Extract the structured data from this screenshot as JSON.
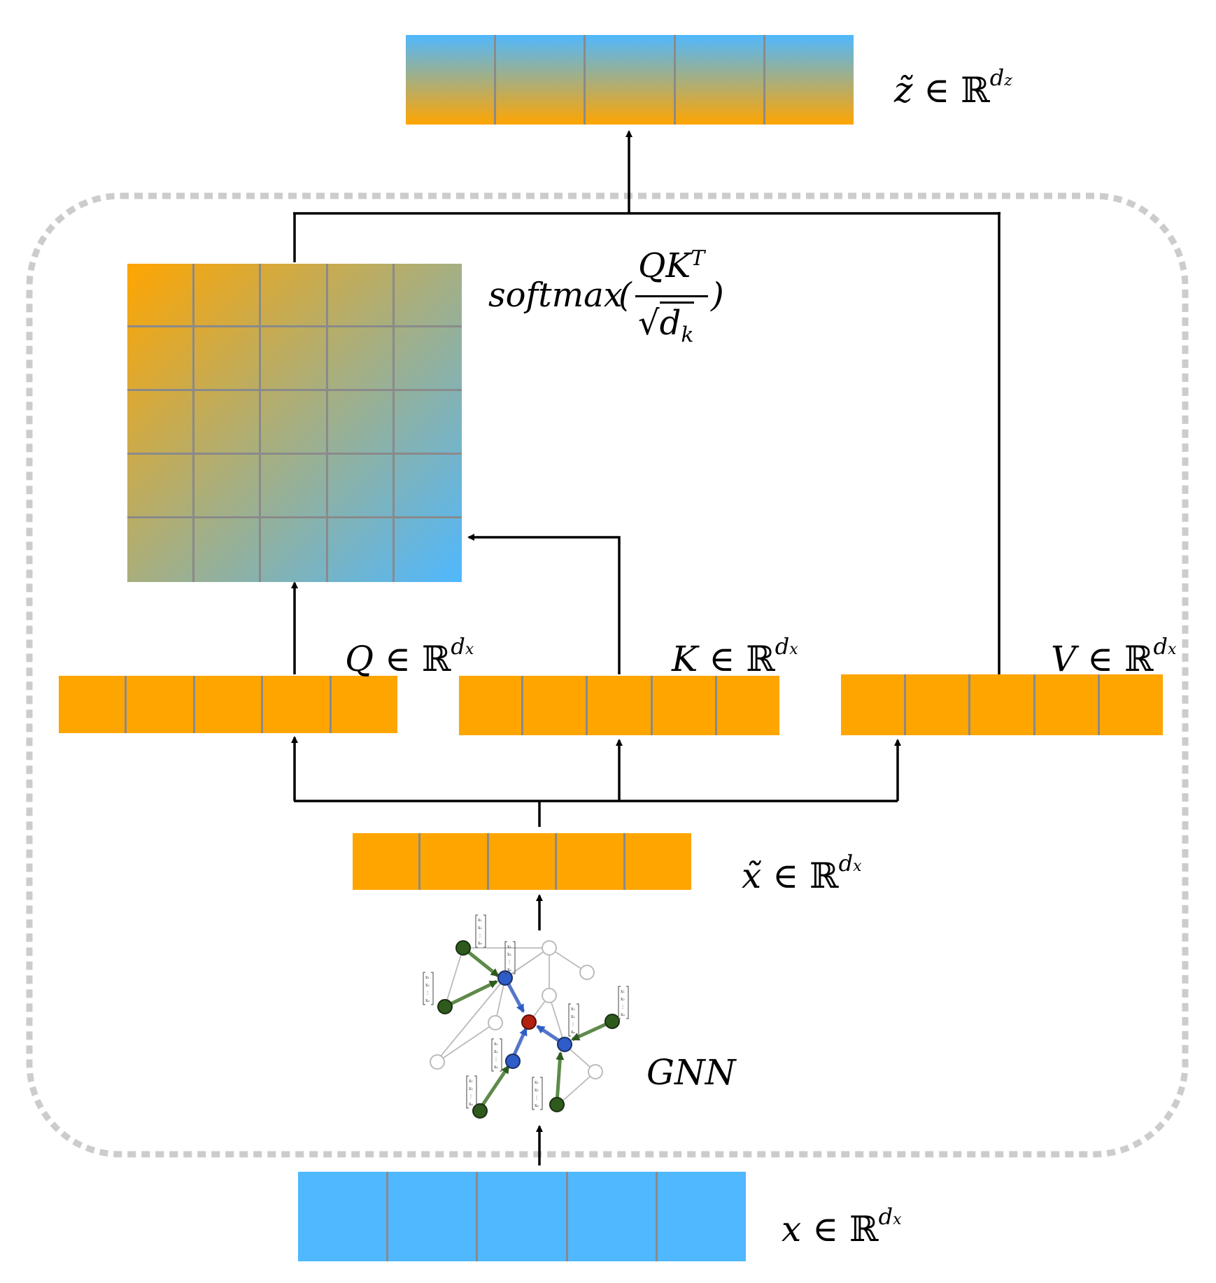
{
  "colors": {
    "orange": "#FFA500",
    "blue": "#4FB8FF",
    "cell_divider": "#8A8A8A",
    "arrow": "#000000",
    "dashed_border": "#CCCCCC",
    "gnn_dark_green": "#2F5A1E",
    "gnn_blue": "#2E5CC8",
    "gnn_red": "#B22010"
  },
  "labels": {
    "z_tilde": {
      "var": "z̃",
      "set": "ℝ",
      "dim": "d",
      "dim_sub": "z"
    },
    "q": {
      "var": "Q",
      "set": "ℝ",
      "dim": "d",
      "dim_sub": "x"
    },
    "k": {
      "var": "K",
      "set": "ℝ",
      "dim": "d",
      "dim_sub": "x"
    },
    "v": {
      "var": "V",
      "set": "ℝ",
      "dim": "d",
      "dim_sub": "x"
    },
    "x_tilde": {
      "var": "x̃",
      "set": "ℝ",
      "dim": "d",
      "dim_sub": "x"
    },
    "x": {
      "var": "x",
      "set": "ℝ",
      "dim": "d",
      "dim_sub": "x"
    },
    "gnn": "GNN",
    "softmax": {
      "func": "softmax",
      "numerator": "QK",
      "numerator_sup": "T",
      "denominator": "d",
      "denominator_sub": "k"
    },
    "in_symbol": "∈"
  },
  "gnn_feature_entries": [
    "x₁",
    "x₂",
    "⋮",
    "xₙ"
  ]
}
